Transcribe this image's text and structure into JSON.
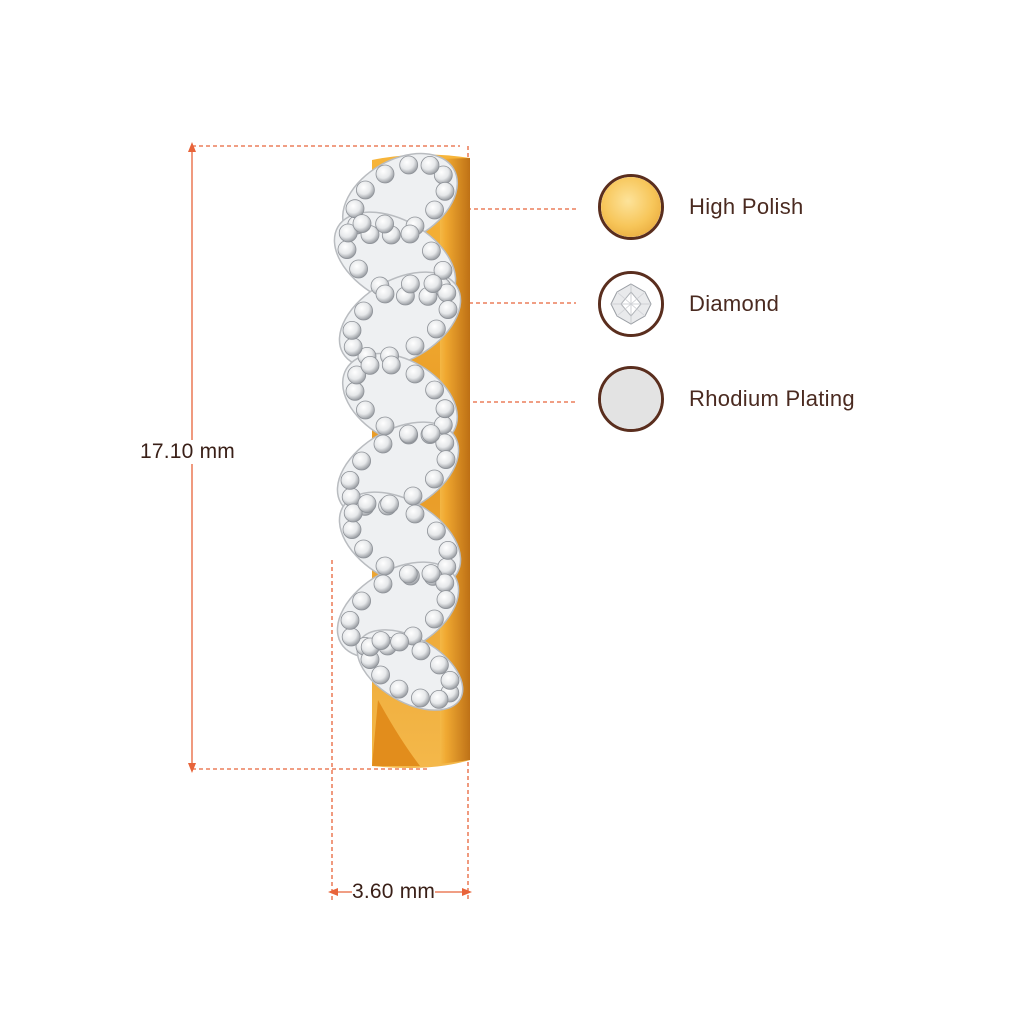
{
  "dimensions": {
    "height_label": "17.10 mm",
    "width_label": "3.60 mm"
  },
  "colors": {
    "dimension_line": "#e8643a",
    "gold_light": "#fbd36a",
    "gold_mid": "#f0a830",
    "gold_dark": "#c8791a",
    "metal_white": "#eef0f2",
    "swatch_border": "#5a2e1e",
    "text": "#4a2a20"
  },
  "legend": [
    {
      "label": "High Polish",
      "swatch": "gold-swatch-icon",
      "color": "#f7c65a"
    },
    {
      "label": "Diamond",
      "swatch": "diamond-swatch-icon",
      "color": "#ffffff"
    },
    {
      "label": "Rhodium Plating",
      "swatch": "rhodium-swatch-icon",
      "color": "#e3e3e3"
    }
  ]
}
